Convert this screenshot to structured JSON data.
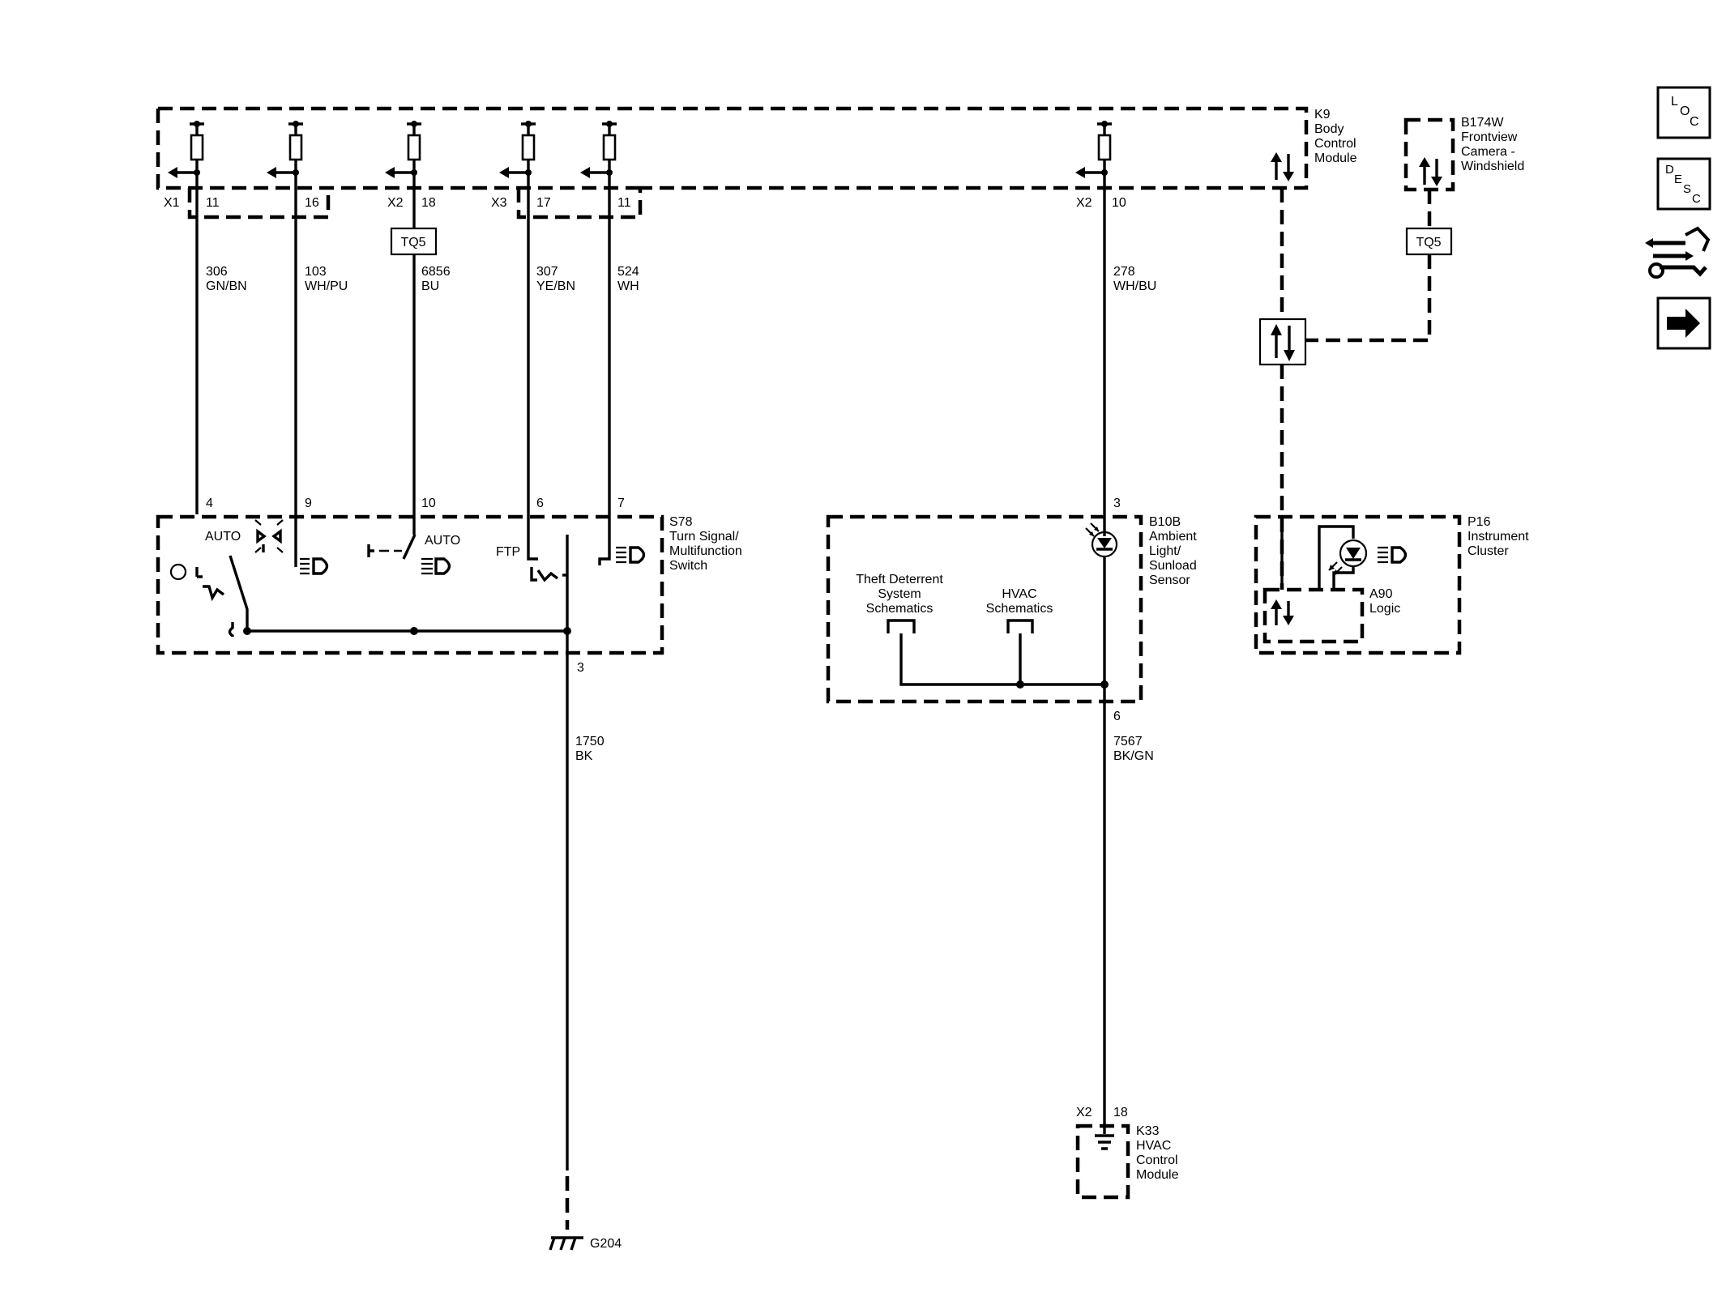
{
  "modules": {
    "k9": {
      "lines": [
        "K9",
        "Body",
        "Control",
        "Module"
      ]
    },
    "b174w": {
      "lines": [
        "B174W",
        "Frontview",
        "Camera -",
        "Windshield"
      ]
    },
    "s78": {
      "lines": [
        "S78",
        "Turn Signal/",
        "Multifunction",
        "Switch"
      ]
    },
    "b10b": {
      "lines": [
        "B10B",
        "Ambient",
        "Light/",
        "Sunload",
        "Sensor"
      ]
    },
    "p16": {
      "lines": [
        "P16",
        "Instrument",
        "Cluster"
      ]
    },
    "a90": {
      "lines": [
        "A90",
        "Logic"
      ]
    },
    "k33": {
      "lines": [
        "K33",
        "HVAC",
        "Control",
        "Module"
      ]
    },
    "g204": {
      "label": "G204"
    }
  },
  "connectors": {
    "x1": "X1",
    "x2_a": "X2",
    "x3": "X3",
    "x2_b": "X2",
    "x2_c": "X2"
  },
  "k9_pins": [
    "11",
    "16",
    "18",
    "17",
    "11",
    "10"
  ],
  "s78_pins": [
    "4",
    "9",
    "10",
    "6",
    "7"
  ],
  "s78_ground_pin": "3",
  "b10b_pins": {
    "top": "3",
    "bottom": "6"
  },
  "k33_pin": "18",
  "wires": [
    {
      "circuit": "306",
      "color": "GN/BN"
    },
    {
      "circuit": "103",
      "color": "WH/PU"
    },
    {
      "circuit": "6856",
      "color": "BU"
    },
    {
      "circuit": "307",
      "color": "YE/BN"
    },
    {
      "circuit": "524",
      "color": "WH"
    },
    {
      "circuit": "278",
      "color": "WH/BU"
    },
    {
      "circuit": "1750",
      "color": "BK"
    },
    {
      "circuit": "7567",
      "color": "BK/GN"
    }
  ],
  "tq5_labels": [
    "TQ5",
    "TQ5"
  ],
  "switch_labels": {
    "auto_1": "AUTO",
    "auto_2": "AUTO",
    "ftp": "FTP"
  },
  "references": {
    "theft": [
      "Theft Deterrent",
      "System",
      "Schematics"
    ],
    "hvac": [
      "HVAC",
      "Schematics"
    ]
  },
  "side_buttons": {
    "loc": [
      "L",
      "O",
      "C"
    ],
    "desc": [
      "D",
      "E",
      "S",
      "C"
    ]
  }
}
